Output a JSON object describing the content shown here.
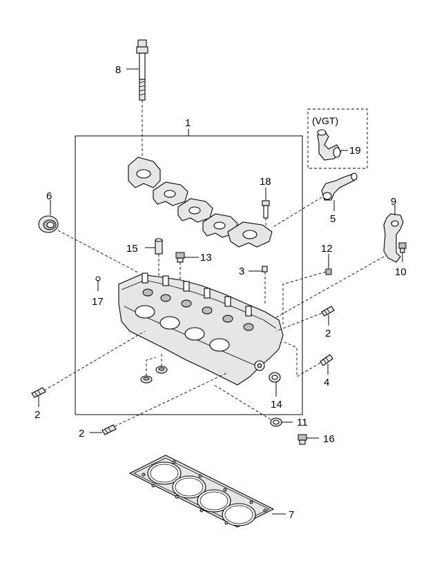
{
  "callouts": {
    "c1": "1",
    "c2a": "2",
    "c2b": "2",
    "c2c": "2",
    "c3": "3",
    "c4": "4",
    "c5": "5",
    "c6": "6",
    "c7": "7",
    "c8": "8",
    "c9": "9",
    "c10": "10",
    "c11": "11",
    "c12": "12",
    "c13": "13",
    "c14": "14",
    "c15": "15",
    "c16": "16",
    "c17": "17",
    "c18": "18",
    "c19": "19"
  },
  "vgt_label": "(VGT)"
}
